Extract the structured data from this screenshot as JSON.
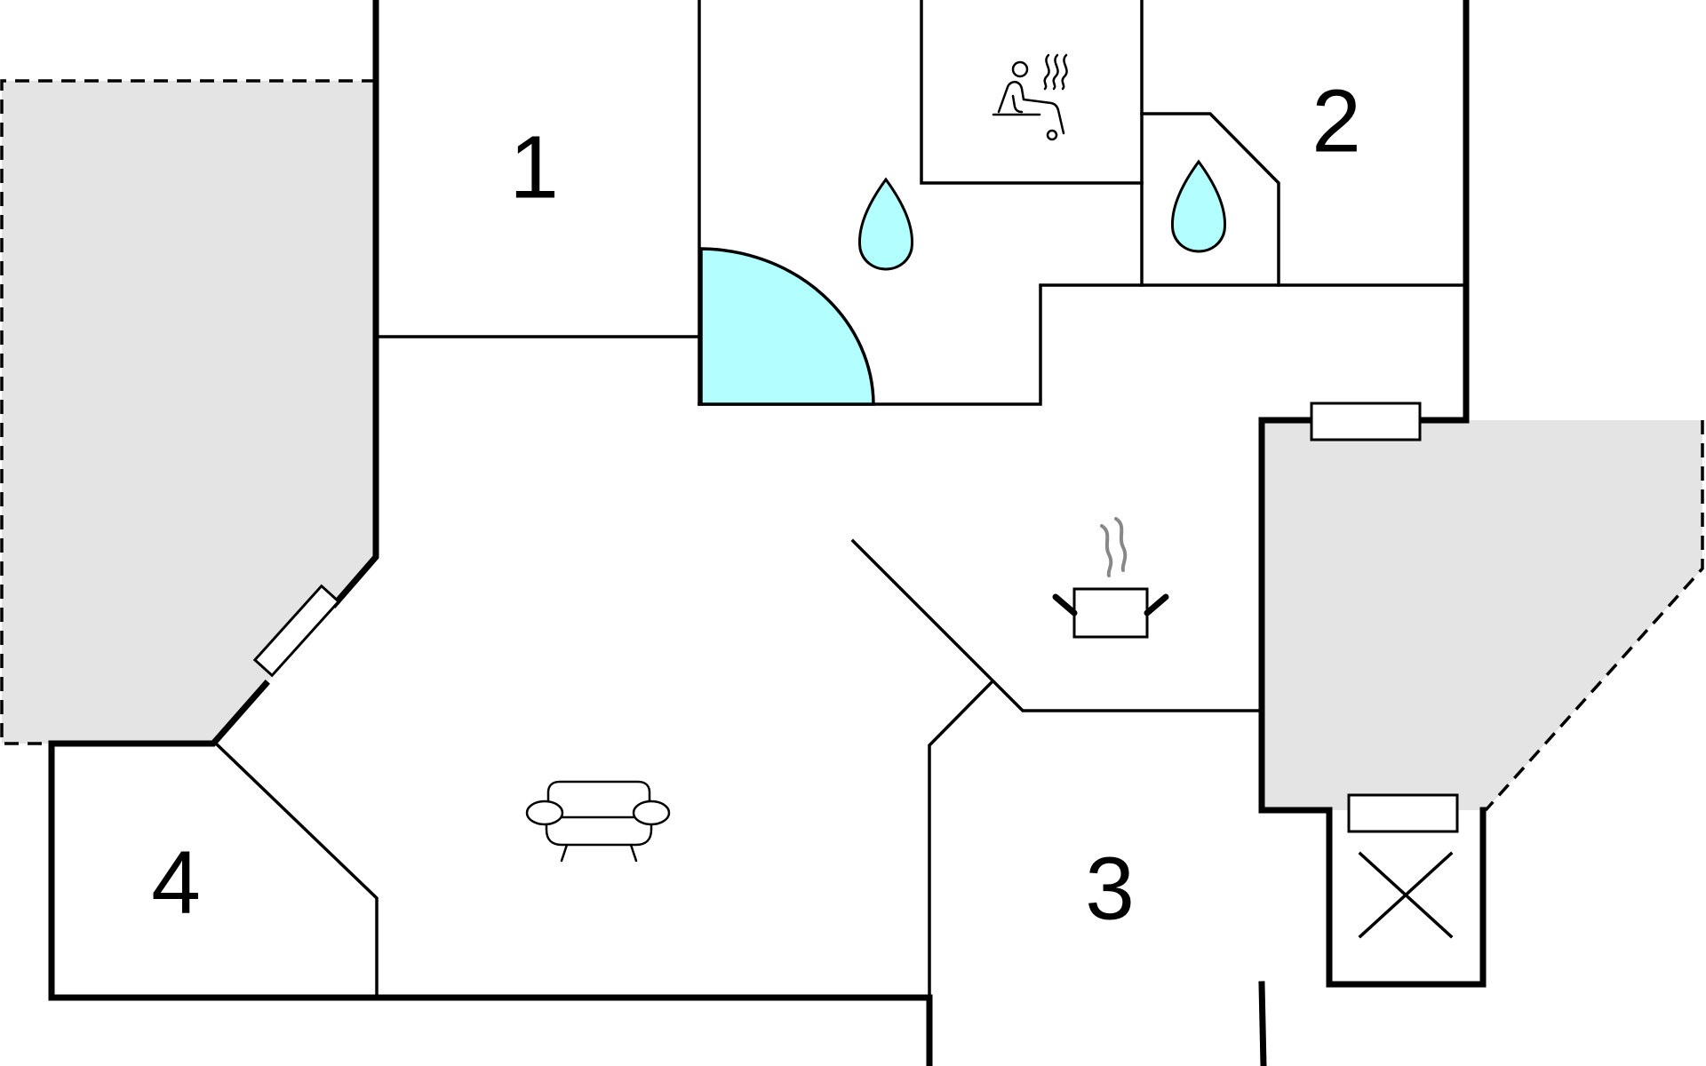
{
  "floor_plan": {
    "rooms": [
      {
        "id": "room-1",
        "label": "1"
      },
      {
        "id": "room-2",
        "label": "2"
      },
      {
        "id": "room-3",
        "label": "3"
      },
      {
        "id": "room-4",
        "label": "4"
      }
    ],
    "icons": [
      {
        "id": "sauna",
        "name": "sauna-icon"
      },
      {
        "id": "bath-1",
        "name": "water-drop-icon"
      },
      {
        "id": "bath-2",
        "name": "water-drop-icon"
      },
      {
        "id": "kitchen",
        "name": "cooking-pot-icon"
      },
      {
        "id": "living",
        "name": "sofa-icon"
      },
      {
        "id": "closet",
        "name": "cross-icon"
      }
    ],
    "colors": {
      "water": "#b3ffff",
      "terrace": "#e4e4e4",
      "wall": "#000000",
      "steam": "#888888"
    }
  }
}
